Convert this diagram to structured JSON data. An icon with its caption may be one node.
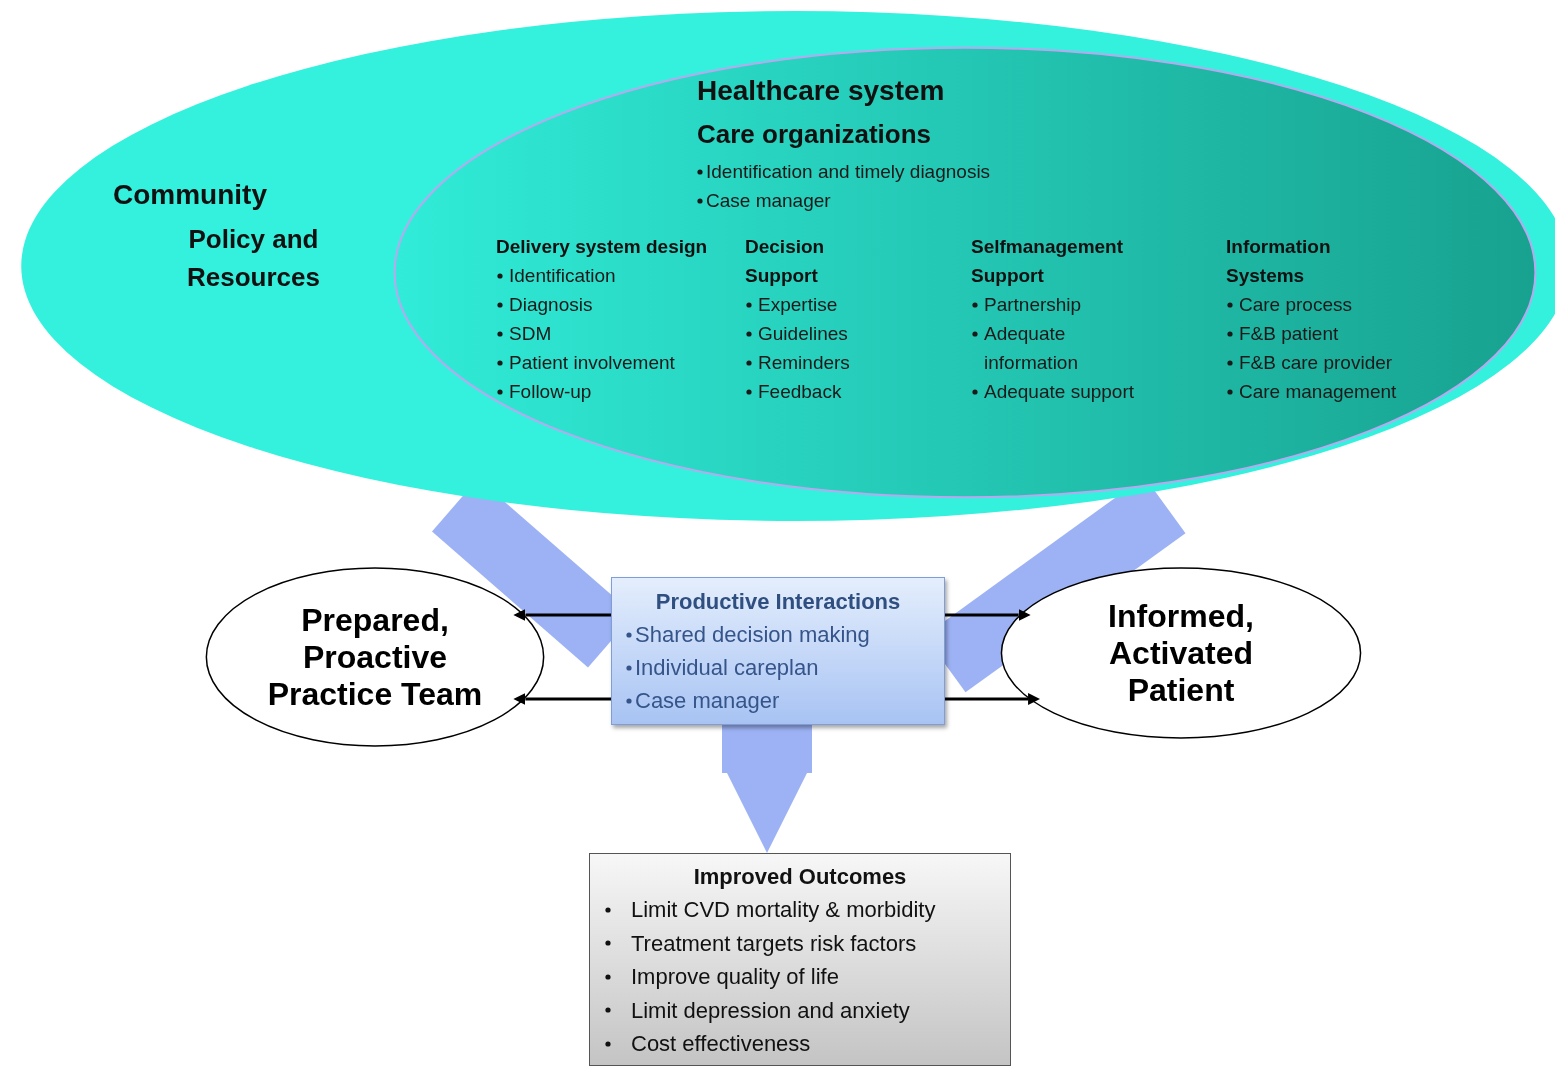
{
  "diagram": {
    "nodes": [
      {
        "text": [
          "Community",
          "Policy and Resources"
        ]
      },
      {
        "text": [
          "Healthcare system",
          "Care organizations",
          "Identification and timely diagnosis",
          "Case manager",
          "Delivery system design",
          "Identification",
          "Diagnosis",
          "SDM",
          "Patient involvement",
          "Follow-up",
          "Decision Support",
          "Expertise",
          "Guidelines",
          "Reminders",
          "Feedback",
          "Selfmanagement Support",
          "Partnership",
          "Adequate information",
          "Adequate support",
          "Information Systems",
          "Care process",
          "F&B patient",
          "F&B care provider",
          "Care management"
        ],
        "in": 0
      },
      {
        "text": [
          "Prepared, Proactive Practice Team"
        ]
      },
      {
        "text": [
          "Productive Interactions",
          "Shared decision making",
          "Individual careplan",
          "Case manager"
        ]
      },
      {
        "text": [
          "Informed, Activated Patient"
        ]
      },
      {
        "text": [
          "Improved Outcomes",
          "Limit CVD mortality & morbidity",
          "Treatment targets risk factors",
          "Improve quality of life",
          "Limit depression and anxiety",
          "Cost effectiveness"
        ]
      }
    ],
    "edges": [
      {
        "from": 3,
        "to": 2,
        "arrow": "to"
      },
      {
        "from": 3,
        "to": 2,
        "arrow": "to"
      },
      {
        "from": 3,
        "to": 4,
        "arrow": "to"
      },
      {
        "from": 3,
        "to": 4,
        "arrow": "to"
      },
      {
        "from": 0,
        "to": 3,
        "arrow": "none",
        "style": "thick",
        "color": "#9db2f4"
      },
      {
        "from": 0,
        "to": 3,
        "arrow": "none",
        "style": "thick",
        "color": "#9db2f4"
      },
      {
        "from": 3,
        "to": 5,
        "arrow": "to",
        "style": "thick",
        "color": "#9db2f4"
      }
    ]
  }
}
